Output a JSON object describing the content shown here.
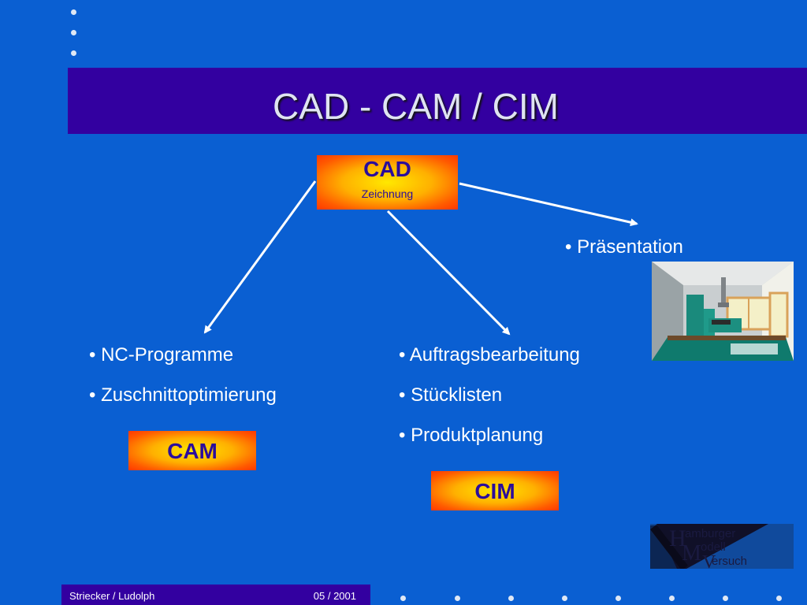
{
  "slide": {
    "title": "CAD - CAM / CIM",
    "cad_box": {
      "label": "CAD",
      "sub_label": "Zeichnung"
    },
    "cam_box": {
      "label": "CAM"
    },
    "cim_box": {
      "label": "CIM"
    },
    "presentation_bullet": "• Präsentation",
    "cam_bullets": [
      "• NC-Programme",
      "• Zuschnittoptimierung"
    ],
    "cim_bullets": [
      "• Auftragsbearbeitung",
      "• Stücklisten",
      "• Produktplanung"
    ],
    "logo": {
      "line1": "amburger",
      "line2": "odell",
      "line3": "ersuch",
      "letter1": "H",
      "letter2": "M",
      "letter3": "V"
    }
  },
  "footer": {
    "authors": "Striecker / Ludolph",
    "date": "05 / 2001"
  },
  "colors": {
    "background": "#0a5fd2",
    "title_band": "#3300a0",
    "box_text": "#2b0d9c"
  }
}
